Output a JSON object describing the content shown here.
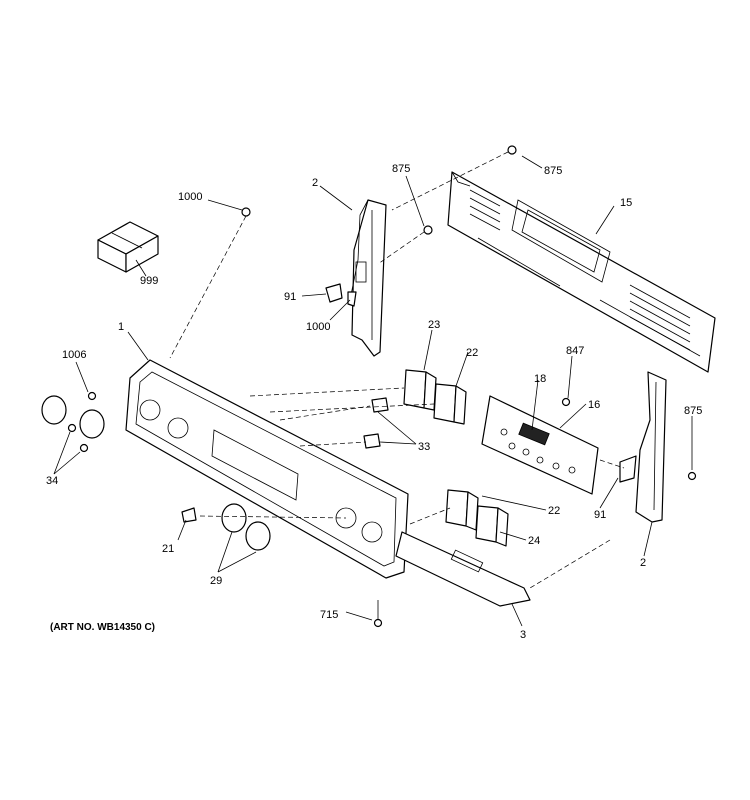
{
  "art_number": "(ART NO. WB14350 C)",
  "labels": {
    "1": "1",
    "2": "2",
    "3": "3",
    "15": "15",
    "16": "16",
    "18": "18",
    "21": "21",
    "22": "22",
    "23": "23",
    "24": "24",
    "29": "29",
    "33": "33",
    "34": "34",
    "91": "91",
    "715": "715",
    "847": "847",
    "875": "875",
    "999": "999",
    "1000": "1000",
    "1006": "1006"
  }
}
